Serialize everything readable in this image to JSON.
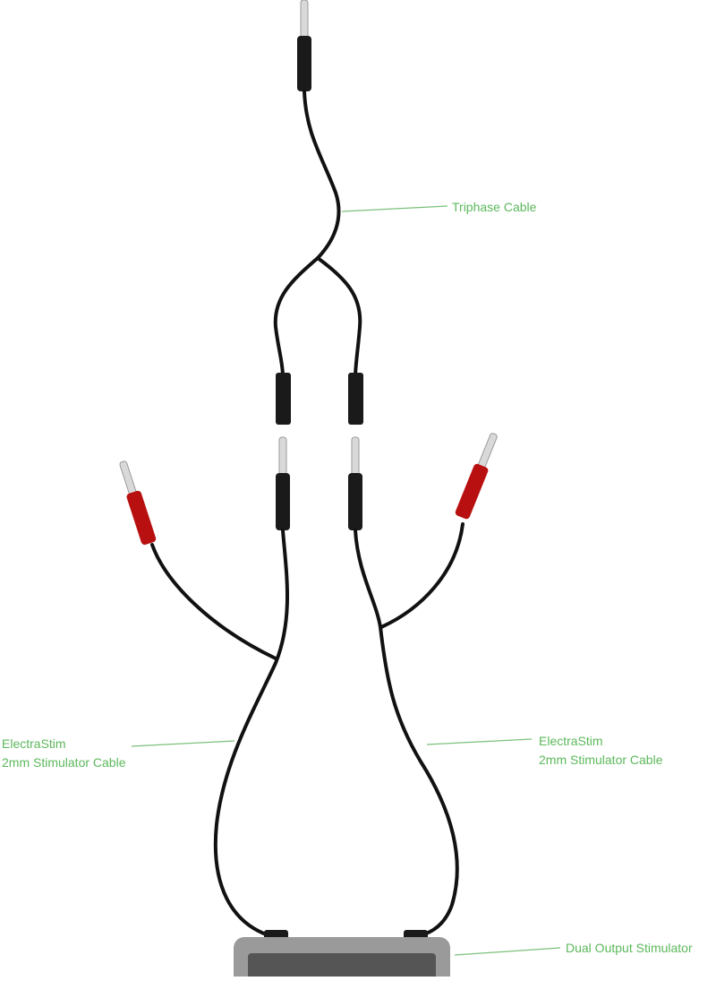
{
  "labels": {
    "triphase": "Triphase Cable",
    "left_cable": [
      "ElectraStim",
      "2mm Stimulator Cable"
    ],
    "right_cable": [
      "ElectraStim",
      "2mm Stimulator Cable"
    ],
    "stimulator": "Dual Output Stimulator"
  },
  "colors": {
    "cable": "#111111",
    "connector_black": "#1a1a1a",
    "connector_red": "#b81010",
    "pin": "#d9d9d9",
    "leader_line": "#7cc17a",
    "label_text": "#5cb85c",
    "stimulator_body": "#9a9a9a",
    "stimulator_screen": "#555555"
  }
}
